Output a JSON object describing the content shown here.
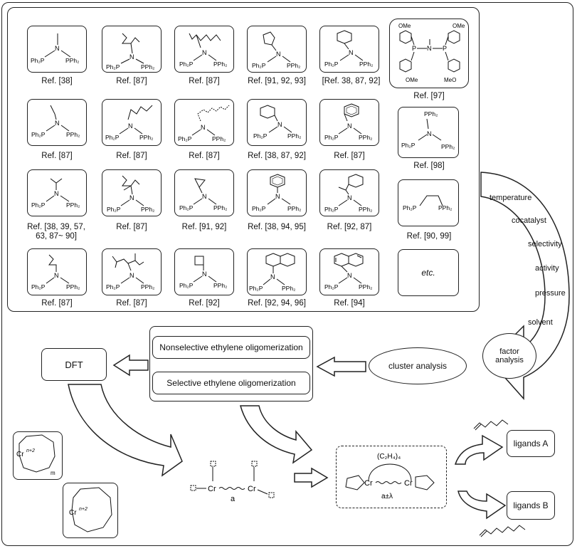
{
  "ligand_refs": [
    "Ref. [38]",
    "Ref. [87]",
    "Ref. [87]",
    "Ref. [91, 92, 93]",
    "[Ref. 38,  87, 92]",
    "Ref. [97]",
    "Ref. [87]",
    "Ref. [87]",
    "Ref. [87]",
    "Ref. [38, 87, 92]",
    "Ref. [87]",
    "Ref. [98]",
    "Ref. [38, 39, 57,\n63, 87~ 90]",
    "Ref. [87]",
    "Ref. [91, 92]",
    "Ref. [38, 94, 95]",
    "Ref. [92, 87]",
    "Ref. [90, 99]",
    "Ref. [87]",
    "Ref. [87]",
    "Ref. [92]",
    "Ref.  [92, 94, 96]",
    "Ref. [94]"
  ],
  "etc_label": "etc.",
  "chem": {
    "ph2p": "Ph₂P",
    "pph2": "PPh₂",
    "n": "N",
    "ome": "OMe",
    "meo": "MeO",
    "p": "P"
  },
  "factors": [
    "temperature",
    "cocatalyst",
    "selectivity",
    "activity",
    "pressure",
    "solvent"
  ],
  "factor_analysis": "factor\nanalysis",
  "cluster_analysis": "cluster analysis",
  "nonselective": "Nonselective ethylene oligomerization",
  "selective": "Selective ethylene oligomerization",
  "dft": "DFT",
  "metallacycle_large": {
    "metal": "Cr",
    "charge": "n+2",
    "sub": "m"
  },
  "metallacycle_small": {
    "metal": "Cr",
    "charge": "n+2"
  },
  "dimer_a": {
    "cr": "Cr",
    "label": "a"
  },
  "dimer_b": {
    "ethylene": "(C₂H₄)₄",
    "cr": "Cr",
    "label": "a±λ"
  },
  "ligands_a": "ligands A",
  "ligands_b": "ligands B"
}
